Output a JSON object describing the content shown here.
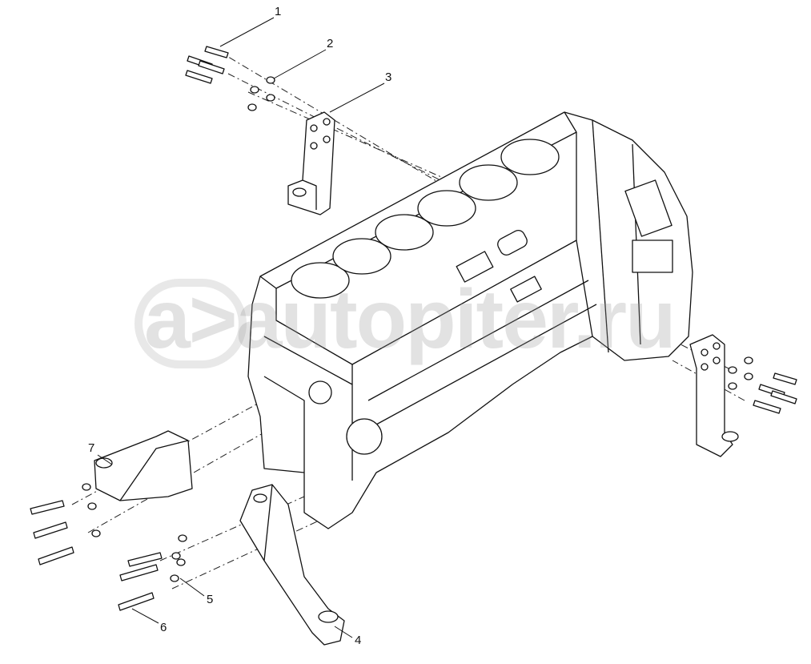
{
  "diagram": {
    "callouts": [
      "1",
      "2",
      "3",
      "4",
      "5",
      "6",
      "7"
    ],
    "watermark": "a>autopiter.ru"
  }
}
